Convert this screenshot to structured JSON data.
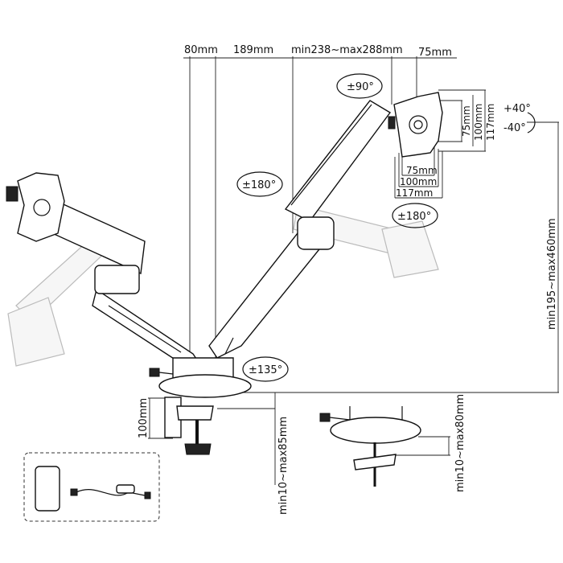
{
  "diagram": {
    "top_dimensions": {
      "base_offset": "80mm",
      "lower_arm": "189mm",
      "upper_arm": "min238~max288mm",
      "vesa_offset": "75mm"
    },
    "vesa_plate": {
      "vertical": [
        "75mm",
        "100mm",
        "117mm"
      ],
      "horizontal": [
        "75mm",
        "100mm",
        "117mm"
      ]
    },
    "tilt": {
      "up": "+40°",
      "down": "-40°"
    },
    "rotations": {
      "swivel_head": "±90°",
      "elbow_left": "±180°",
      "elbow_right": "±180°",
      "base": "±135°"
    },
    "height_range": "min195~max460mm",
    "clamp": {
      "height": "100mm",
      "desk_thickness": "min10~max85mm"
    },
    "grommet": {
      "desk_thickness": "min10~max80mm"
    }
  }
}
